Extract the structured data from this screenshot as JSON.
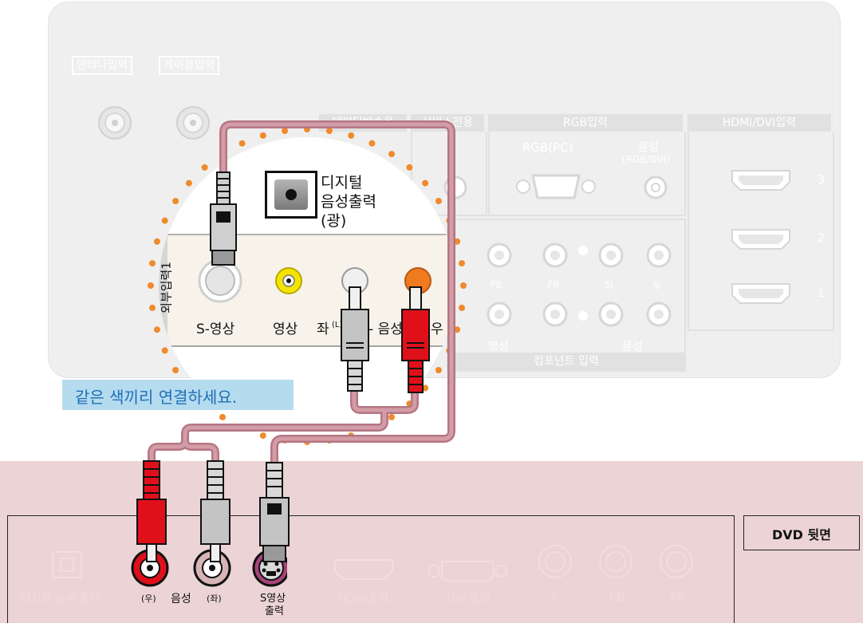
{
  "tv": {
    "tabs": [
      "안테나입력",
      "케이블입력"
    ],
    "headers": {
      "data_broadcast": "데이터방송용",
      "service": "서비스전용",
      "rgb": "RGB입력",
      "hdmi": "HDMI/DVI입력",
      "component": "컴포넌트 입력"
    },
    "labels": {
      "rgb_pc": "RGB(PC)",
      "audio": "음성",
      "audio_sub": "(RGB/DVI)",
      "pb": "PB",
      "pr": "PR",
      "left_mark": "좌",
      "right_mark": "우",
      "video_bracket": "영상",
      "audio_bracket": "음성",
      "hdmi_nums": [
        "3",
        "2",
        "1"
      ]
    }
  },
  "zoom": {
    "digital_out_line1": "디지털",
    "digital_out_line2": "음성출력",
    "digital_out_line3": "(광)",
    "side_label": "외부입력1",
    "s_video": "S-영상",
    "video": "영상",
    "left": "좌",
    "left_sub": "(L)",
    "audio": "- 음성",
    "right": "우"
  },
  "instruction": "같은 색끼리 연결하세요.",
  "dvd": {
    "title": "DVD 뒷면",
    "labels": {
      "digital_audio_out": "디지털 음성 출력",
      "right": "(우)",
      "audio": "음성",
      "left": "(좌)",
      "s_video_line1": "S영상",
      "s_video_line2": "출력",
      "hdmi_out": "HDMI출력",
      "dvi_out": "DVI 출력",
      "y": "Y",
      "pb": "PB",
      "pr": "PR"
    }
  },
  "colors": {
    "cable": "#c78994",
    "red_plug": "#e0101a",
    "gray_plug": "#c4c4c4",
    "dvd_panel": "#ecd4d6",
    "instruction_bg": "#b5dbef",
    "instruction_text": "#1f6fb5",
    "zoom_dots": "#f08a2c"
  }
}
